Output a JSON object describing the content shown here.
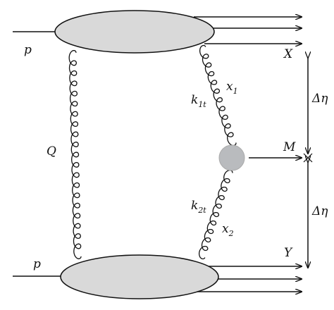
{
  "labels": {
    "proton_top": "p",
    "proton_bottom": "p",
    "system_x": "X",
    "system_y": "Y",
    "central": "M",
    "pomeron": "Q",
    "gap_upper": "Δη",
    "gap_lower": "Δη",
    "k1": "k",
    "k1_sub": "1t",
    "k2": "k",
    "k2_sub": "2t",
    "x1": "x",
    "x1_sub": "1",
    "x2": "x",
    "x2_sub": "2"
  },
  "colors": {
    "blob_fill": "#d9d9d9",
    "central_fill": "#b9bbbe",
    "line": "#111111"
  }
}
